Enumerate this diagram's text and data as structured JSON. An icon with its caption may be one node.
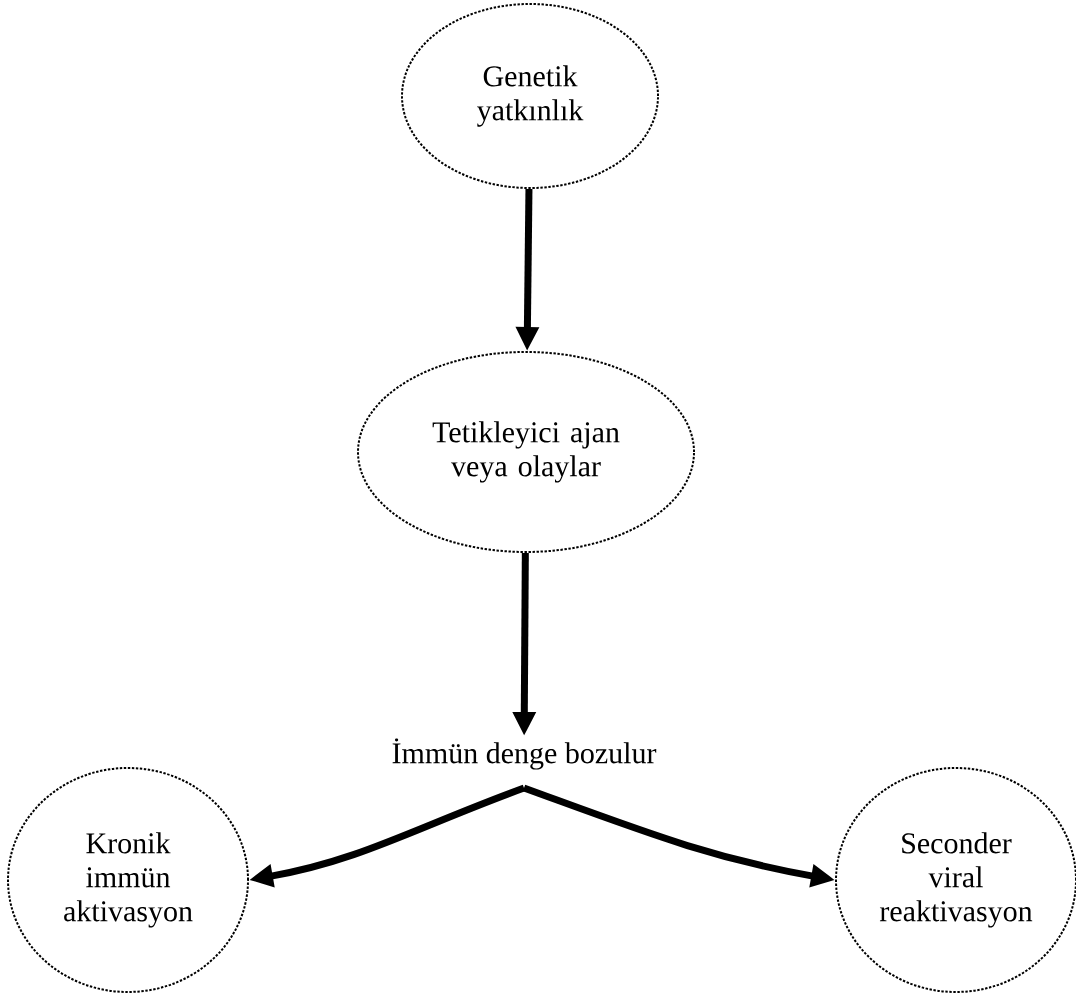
{
  "diagram": {
    "nodes": [
      {
        "text": [
          "Genetik yatkınlık"
        ]
      },
      {
        "text": [
          "Tetikleyici ajan veya olaylar"
        ]
      },
      {
        "text": [
          "İmmün denge bozulur"
        ]
      },
      {
        "text": [
          "Kronik immün aktivasyon"
        ]
      },
      {
        "text": [
          "Seconder viral reaktivasyon"
        ]
      }
    ],
    "edges": [
      {
        "from": 0,
        "to": 1,
        "arrow": "to"
      },
      {
        "from": 1,
        "to": 2,
        "arrow": "to"
      },
      {
        "from": 2,
        "to": 3,
        "arrow": "to"
      },
      {
        "from": 2,
        "to": 4,
        "arrow": "to"
      }
    ]
  }
}
